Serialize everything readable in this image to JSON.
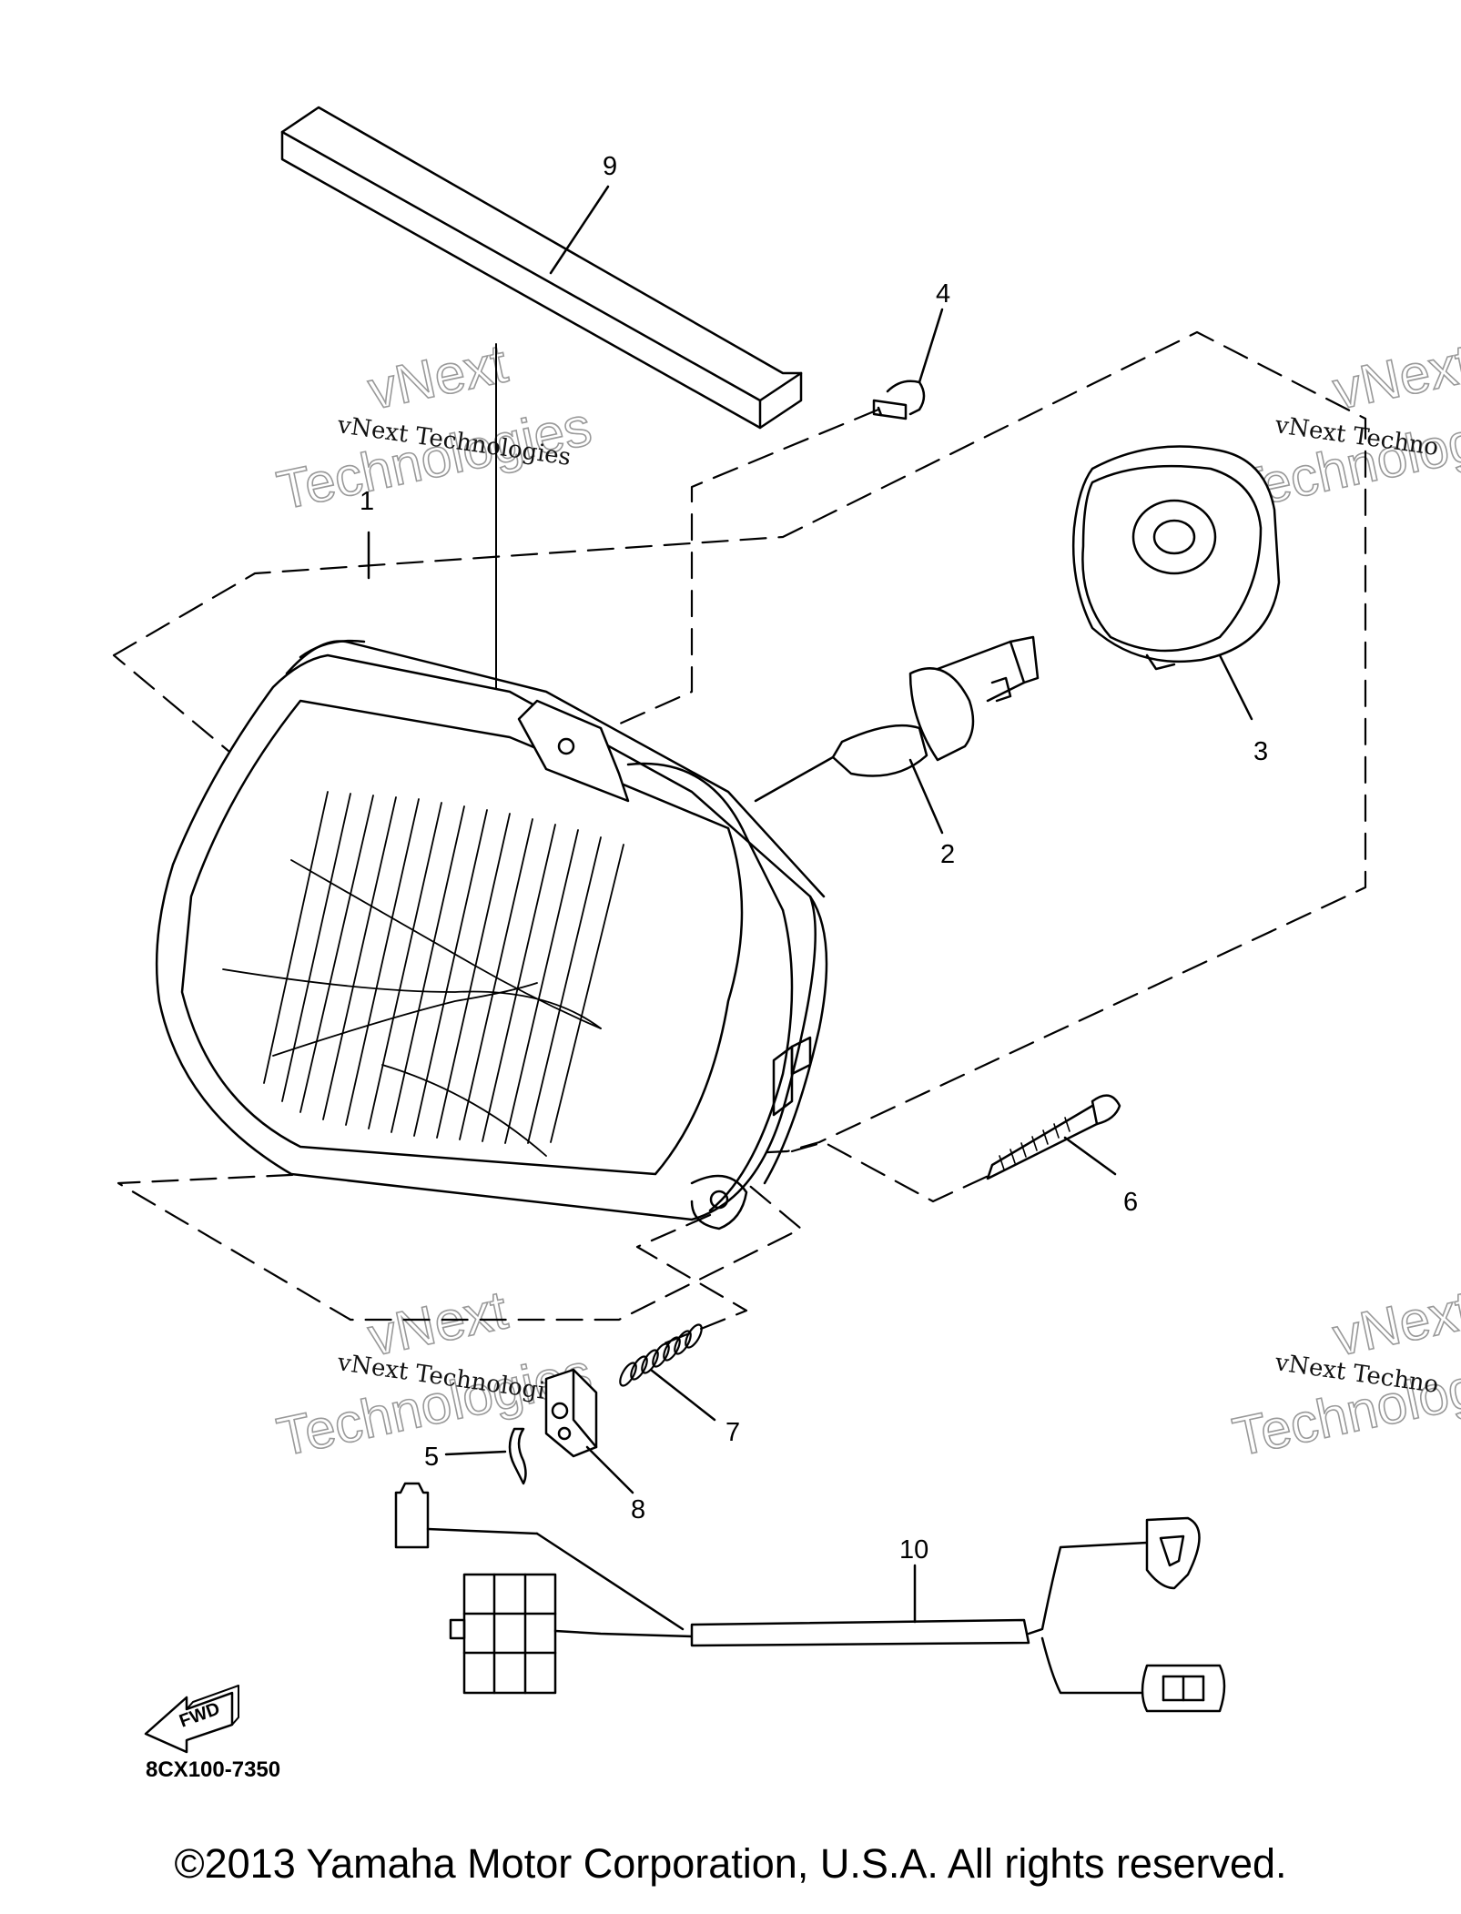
{
  "callouts": [
    "1",
    "2",
    "3",
    "4",
    "5",
    "6",
    "7",
    "8",
    "9",
    "10"
  ],
  "watermark": {
    "line1": "vNext Technologies",
    "big_top": "vNext",
    "big_bottom": "Technologies",
    "clipped": "vNext Techno"
  },
  "badge": "FWD",
  "part_code": "8CX100-7350",
  "copyright": "©2013 Yamaha Motor Corporation, U.S.A. All rights reserved."
}
